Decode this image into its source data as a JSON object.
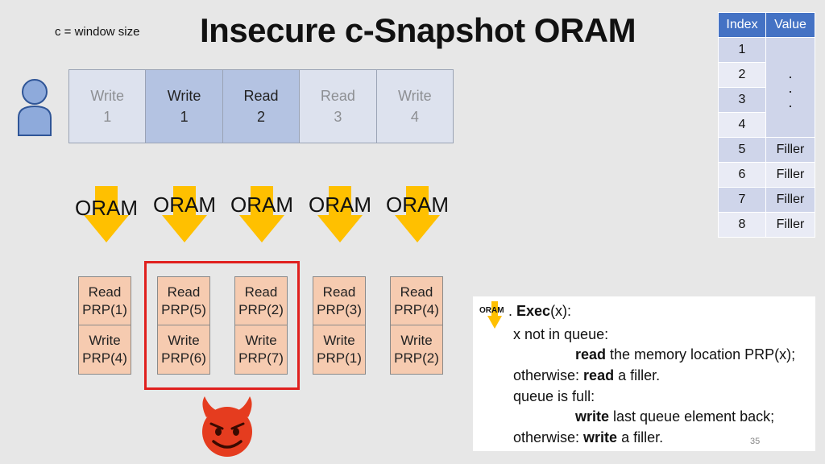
{
  "caption": "c = window size",
  "title": "Insecure c-Snapshot ORAM",
  "queue": [
    {
      "op": "Write",
      "num": "1",
      "state": "dim"
    },
    {
      "op": "Write",
      "num": "1",
      "state": "active"
    },
    {
      "op": "Read",
      "num": "2",
      "state": "active"
    },
    {
      "op": "Read",
      "num": "3",
      "state": "dim"
    },
    {
      "op": "Write",
      "num": "4",
      "state": "dim"
    }
  ],
  "oram_label": "ORAM",
  "prp_columns": [
    {
      "read": [
        "Read",
        "PRP(1)"
      ],
      "write": [
        "Write",
        "PRP(4)"
      ]
    },
    {
      "read": [
        "Read",
        "PRP(5)"
      ],
      "write": [
        "Write",
        "PRP(6)"
      ]
    },
    {
      "read": [
        "Read",
        "PRP(2)"
      ],
      "write": [
        "Write",
        "PRP(7)"
      ]
    },
    {
      "read": [
        "Read",
        "PRP(3)"
      ],
      "write": [
        "Write",
        "PRP(1)"
      ]
    },
    {
      "read": [
        "Read",
        "PRP(4)"
      ],
      "write": [
        "Write",
        "PRP(2)"
      ]
    }
  ],
  "table": {
    "headers": [
      "Index",
      "Value"
    ],
    "indices": [
      "1",
      "2",
      "3",
      "4",
      "5",
      "6",
      "7",
      "8"
    ],
    "dots": [
      ".",
      ".",
      "."
    ],
    "values": [
      "Filler",
      "Filler",
      "Filler",
      "Filler"
    ]
  },
  "panel": {
    "mini_oram": "ORAM",
    "exec_prefix": ". ",
    "exec_bold": "Exec",
    "exec_suffix": "(x):",
    "l1": "x not in queue:",
    "l2_bold": "read",
    "l2_rest": " the memory location PRP(x);",
    "l3_pre": "otherwise: ",
    "l3_bold": "read",
    "l3_rest": " a filler.",
    "l4": "queue is full:",
    "l5_bold": "write",
    "l5_rest": " last queue element back;",
    "l6_pre": "otherwise: ",
    "l6_bold": "write",
    "l6_rest": " a filler.",
    "page": "35"
  },
  "colors": {
    "arrow": "#ffc000",
    "highlight": "#e0201e",
    "table_header": "#4472c4",
    "prp_fill": "#f6cbb0",
    "queue_active": "#b4c3e2"
  }
}
